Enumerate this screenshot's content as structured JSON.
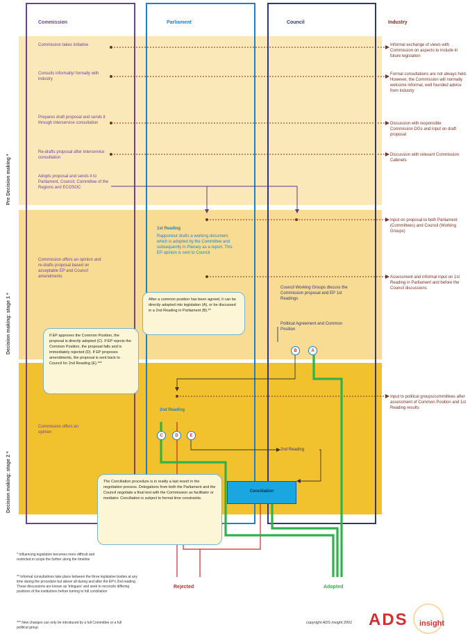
{
  "columns": {
    "commission": "Commission",
    "parliament": "Parliament",
    "council": "Council",
    "industry": "Industry"
  },
  "stages": {
    "pre": "Pre Decision making *",
    "stage1": "Decision making: stage 1 *",
    "stage2": "Decision making: stage 2 *"
  },
  "commission_steps": {
    "s1": "Commission takes initiative",
    "s2": "Consults informally/ formally with industry",
    "s3": "Prepares draft proposal and sends it through interservice consultation",
    "s4": "Re-drafts proposal after interservice consultation",
    "s5": "Adopts proposal and sends it to Parliament, Council, Committee of the Regions and ECOSOC",
    "s6": "Commission offers an opinion and re-drafts proposal based on acceptable EP and Council amendments",
    "s7": "Commission offers an opinion"
  },
  "industry_notes": {
    "n1": "Informal exchange of views with Commission on aspects to include in future legislation",
    "n2": "Formal consultations are not always held. However, the Commission will normally welcome informal, well founded advice from industry",
    "n3": "Discussion with responsible Commission DGs and input on draft proposal",
    "n4": "Discussion with relevant Commission Cabinets",
    "n5": "Input on proposal to both Parliament (Committees) and Council (Working Groups)",
    "n6": "Assessment and informal input on 1st Reading in Parliament and before the Council discussions",
    "n7": "Input to political groups/committees after assessment of Common Position and 1st Reading results"
  },
  "parliament": {
    "first_title": "1st Reading",
    "first_body": "Rapporteur drafts a working document, which is adopted by the Committee and subsequently in Plenary as a report. This EP opinion is sent to Council",
    "second": "2nd Reading"
  },
  "council": {
    "wg": "Council Working Groups discuss the Commission proposal and EP 1st Readings",
    "pa": "Political Agreement and Common Position",
    "second": "2nd Reading",
    "conciliation": "Conciliation"
  },
  "bubbles": {
    "b1": "After a common position has been agreed, it can be directly adopted into legislation (A), or be discussed in a 2nd Reading in Parliament (B).**",
    "b2": "If EP approves the Common Position, the proposal is directly adopted (C). If EP rejects the Common Position, the proposal falls and is immediately rejected (D). If EP proposes amendments, the proposal is sent back to Council for 2nd Reading (E).***",
    "b3": "The Conciliation procedure is in reality a last resort in the negotiation process. Delegations from both the Parliament and the Council negotiate a final text with the Commission as facilitator or mediator. Conciliation is subject to formal time constraints."
  },
  "circles": {
    "a": "A",
    "b": "B",
    "c": "C",
    "d": "D",
    "e": "E"
  },
  "outcomes": {
    "rejected": "Rejected",
    "adopted": "Adopted"
  },
  "footnotes": {
    "f1": "* Influencing legislation becomes more difficult and restricted in scope the further along the timeline",
    "f2": "** Informal consultations take place between the three legislative bodies at any time during the procedure but above all during and after the EP's 2nd reading. These discussions are known as 'trilogues' and seek to reconcile differing positions of the institutions before turning to full conciliation",
    "f3": "*** New changes can only be introduced by a full Committee or a full political group"
  },
  "copyright": "copyright ADS insight 2001",
  "logo": {
    "ads": "ADS",
    "insight": "insight"
  },
  "colors": {
    "band_light": "#fbe8b8",
    "band_mid": "#f9dc93",
    "band_dark": "#f2c12e",
    "commission": "#6b3fa0",
    "parliament": "#1f7fc4",
    "council": "#2b3680",
    "industry": "#7a2e1e",
    "adopted": "#2fb24a",
    "rejected": "#c62828",
    "conciliation": "#1aa6e0"
  }
}
